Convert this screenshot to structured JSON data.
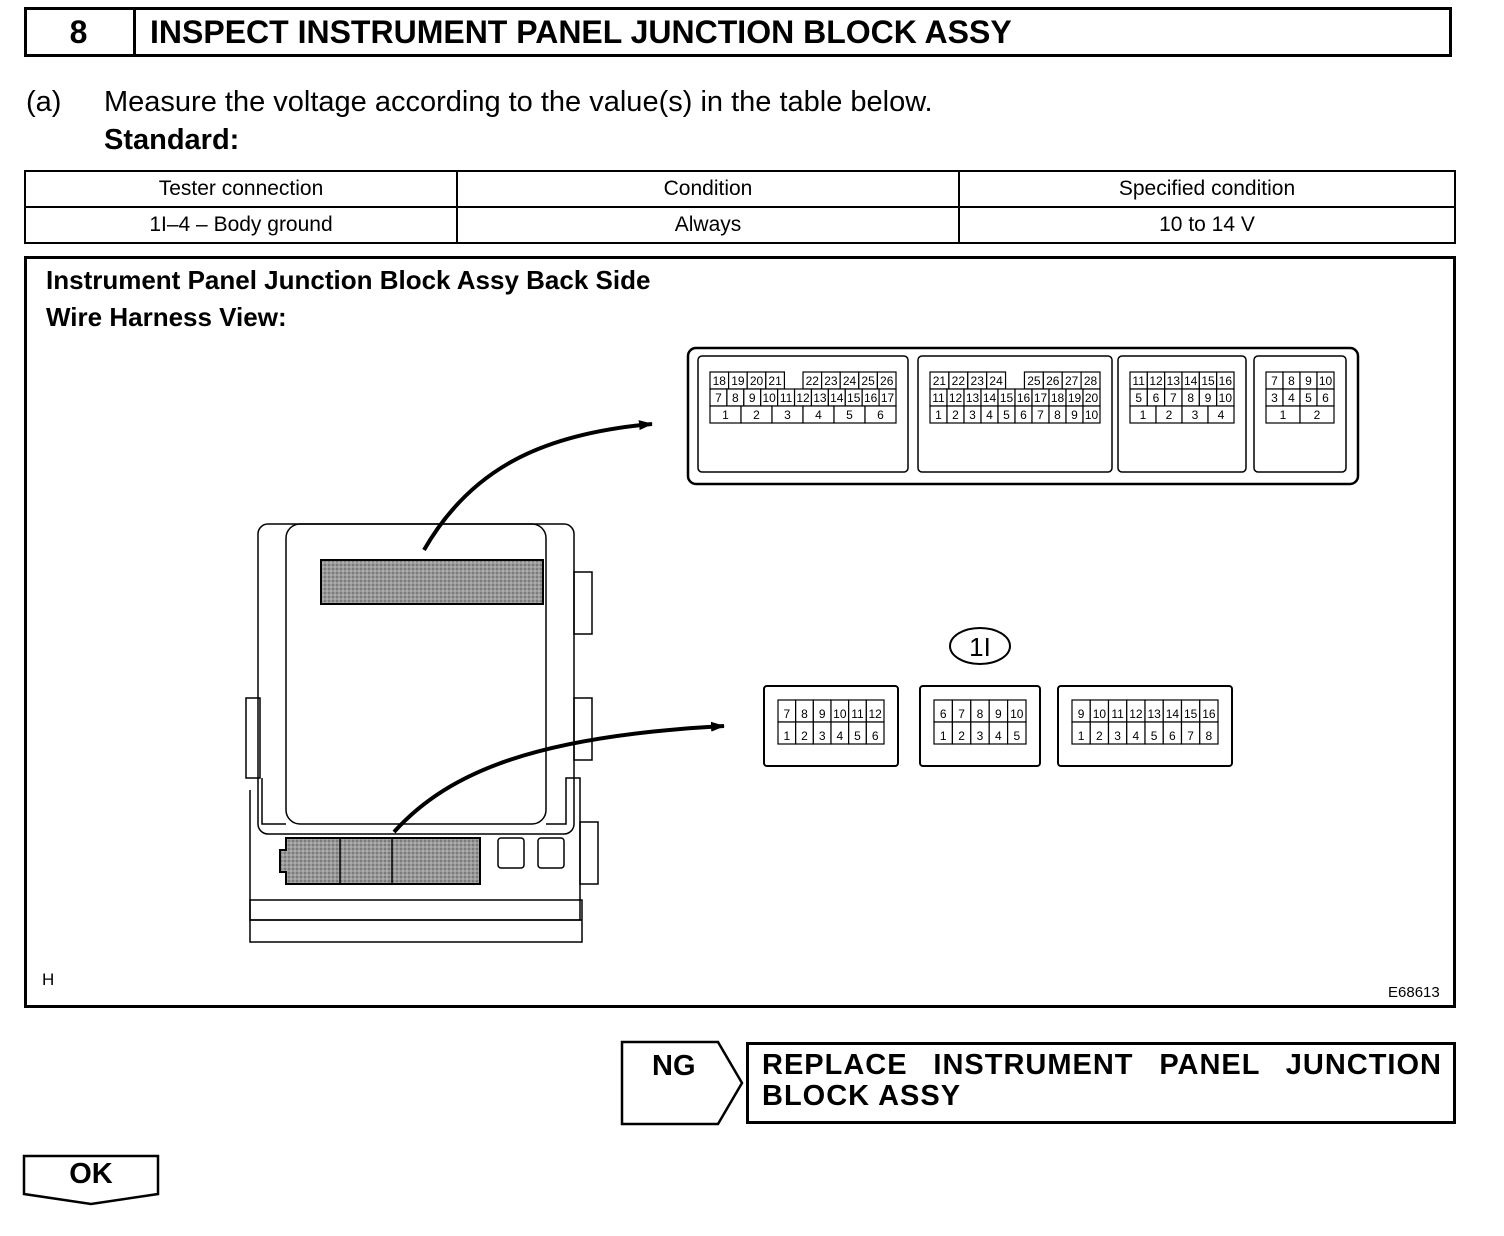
{
  "step": {
    "number": "8",
    "title": "INSPECT INSTRUMENT PANEL JUNCTION BLOCK ASSY"
  },
  "instruction": {
    "label": "(a)",
    "text": "Measure the voltage according to the value(s) in the table below.",
    "standard_label": "Standard:"
  },
  "spec_table": {
    "headers": [
      "Tester connection",
      "Condition",
      "Specified condition"
    ],
    "rows": [
      [
        "1I–4 – Body ground",
        "Always",
        "10 to 14 V"
      ]
    ]
  },
  "figure": {
    "title_line1": "Instrument Panel Junction Block Assy Back Side",
    "title_line2": "Wire Harness View:",
    "corner_mark": "H",
    "figure_code": "E68613",
    "connector_callout": "1I",
    "upper_connectors": [
      {
        "rows": [
          [
            "18",
            "19",
            "20",
            "21",
            "",
            "22",
            "23",
            "24",
            "25",
            "26"
          ],
          [
            "7",
            "8",
            "9",
            "10",
            "11",
            "12",
            "13",
            "14",
            "15",
            "16",
            "17"
          ],
          [
            "1",
            "2",
            "3",
            "4",
            "5",
            "6"
          ]
        ]
      },
      {
        "rows": [
          [
            "21",
            "22",
            "23",
            "24",
            "",
            "25",
            "26",
            "27",
            "28"
          ],
          [
            "11",
            "12",
            "13",
            "14",
            "15",
            "16",
            "17",
            "18",
            "19",
            "20"
          ],
          [
            "1",
            "2",
            "3",
            "4",
            "5",
            "6",
            "7",
            "8",
            "9",
            "10"
          ]
        ]
      },
      {
        "rows": [
          [
            "11",
            "12",
            "13",
            "14",
            "15",
            "16"
          ],
          [
            "5",
            "6",
            "7",
            "8",
            "9",
            "10"
          ],
          [
            "1",
            "2",
            "3",
            "4"
          ]
        ]
      },
      {
        "rows": [
          [
            "7",
            "8",
            "9",
            "10"
          ],
          [
            "3",
            "4",
            "5",
            "6"
          ],
          [
            "1",
            "2"
          ]
        ]
      }
    ],
    "lower_connectors": [
      {
        "rows": [
          [
            "7",
            "8",
            "9",
            "10",
            "11",
            "12"
          ],
          [
            "1",
            "2",
            "3",
            "4",
            "5",
            "6"
          ]
        ]
      },
      {
        "rows": [
          [
            "6",
            "7",
            "8",
            "9",
            "10"
          ],
          [
            "1",
            "2",
            "3",
            "4",
            "5"
          ]
        ]
      },
      {
        "rows": [
          [
            "9",
            "10",
            "11",
            "12",
            "13",
            "14",
            "15",
            "16"
          ],
          [
            "1",
            "2",
            "3",
            "4",
            "5",
            "6",
            "7",
            "8"
          ]
        ]
      }
    ]
  },
  "result_ng": {
    "label": "NG",
    "action": "REPLACE INSTRUMENT PANEL JUNCTION BLOCK ASSY"
  },
  "result_ok": {
    "label": "OK"
  }
}
